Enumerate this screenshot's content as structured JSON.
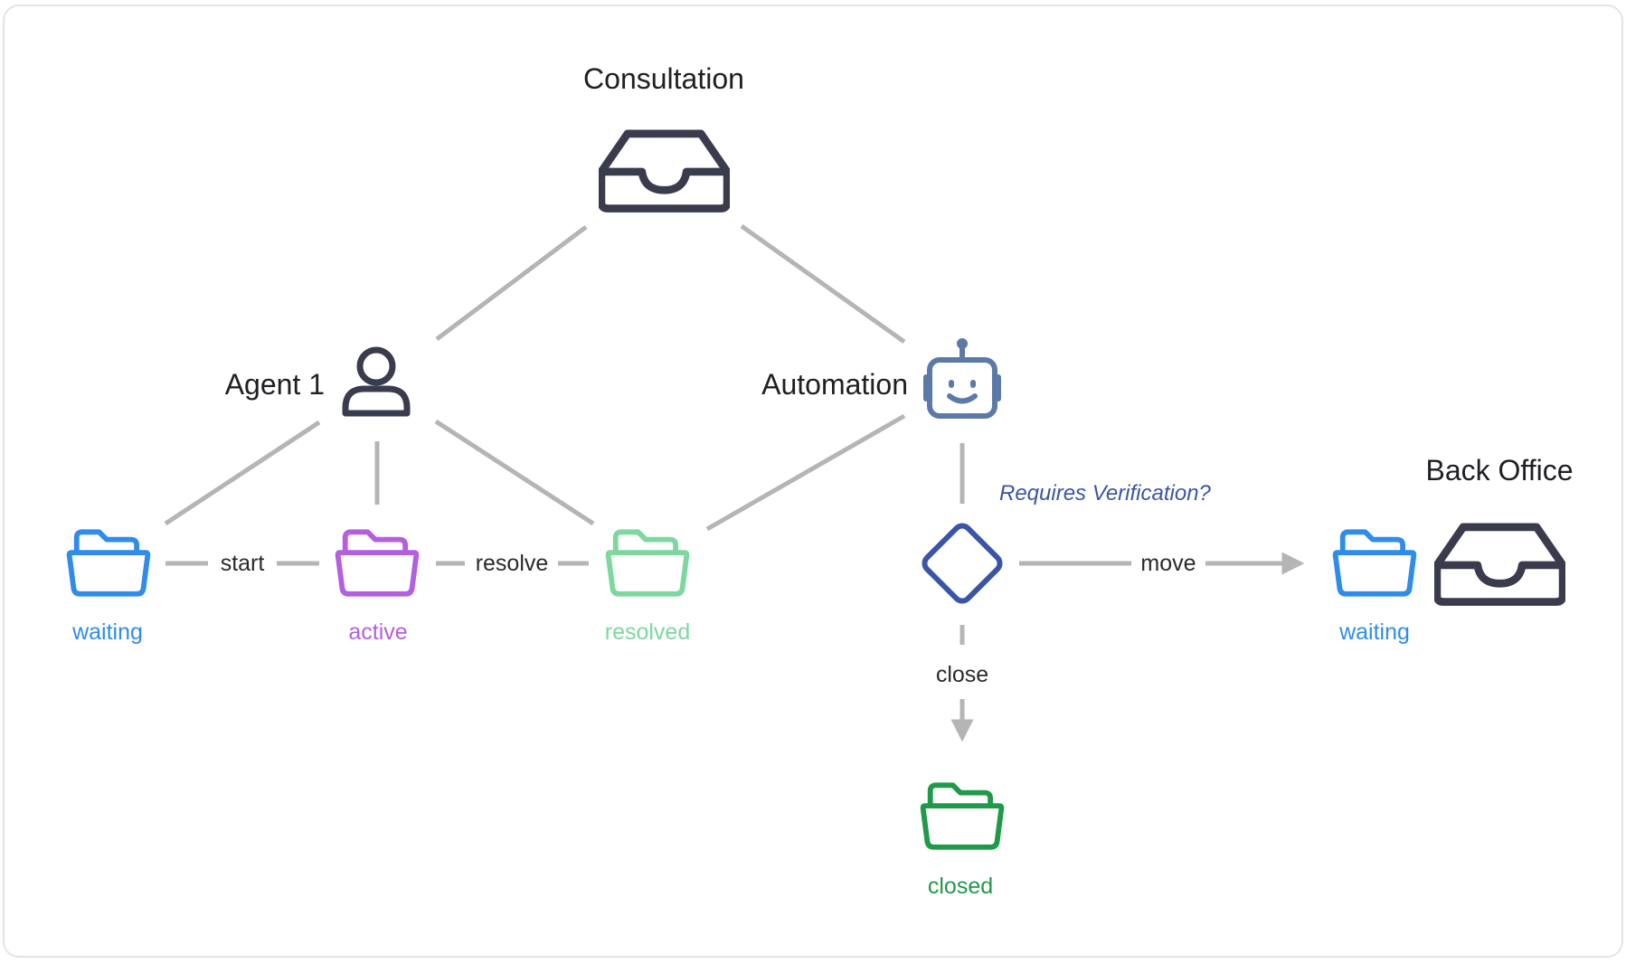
{
  "nodes": {
    "consultation": {
      "label": "Consultation"
    },
    "agent": {
      "label": "Agent 1"
    },
    "automation": {
      "label": "Automation"
    },
    "back_office": {
      "label": "Back Office"
    },
    "decision": {
      "question": "Requires Verification?"
    }
  },
  "states": {
    "waiting": {
      "label": "waiting"
    },
    "active": {
      "label": "active"
    },
    "resolved": {
      "label": "resolved"
    },
    "closed": {
      "label": "closed"
    },
    "back_office_waiting": {
      "label": "waiting"
    }
  },
  "edges": {
    "start": "start",
    "resolve": "resolve",
    "move": "move",
    "close": "close"
  },
  "colors": {
    "dark": "#3a3b4c",
    "edge": "#b5b5b5",
    "waiting": "#2f8ceb",
    "active": "#b35fe0",
    "resolved": "#7fd7a0",
    "closed": "#1f9a48",
    "robot": "#5b7aa8",
    "decision": "#3a55a7"
  },
  "icons": {
    "consultation": "inbox-icon",
    "agent": "user-icon",
    "automation": "robot-icon",
    "back_office": "inbox-icon",
    "state": "folder-icon",
    "decision": "diamond-icon"
  }
}
